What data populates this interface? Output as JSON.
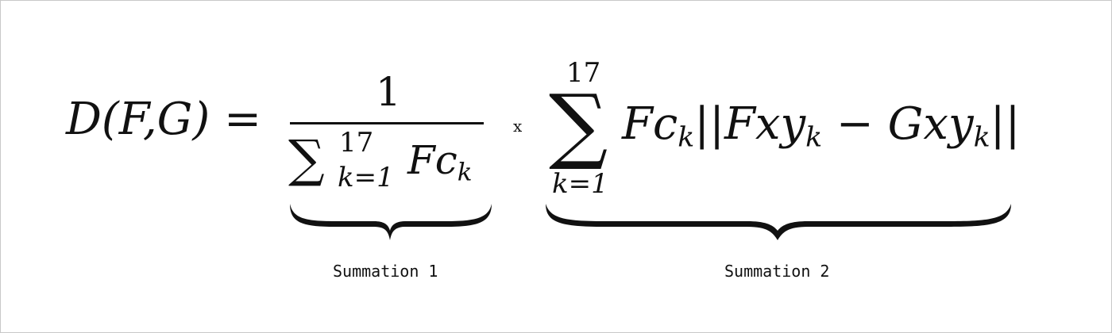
{
  "formula": {
    "lhs": "D(F,G) =",
    "fraction_numerator": "1",
    "fraction_denominator": {
      "sigma": "∑",
      "upper_limit": "17",
      "lower_limit": "k=1",
      "term": "Fc_k"
    },
    "times_symbol": "x",
    "summation": {
      "sigma": "∑",
      "upper_limit": "17",
      "lower_limit": "k=1",
      "term": "Fc_k||Fxy_k − Gxy_k||"
    }
  },
  "labels": {
    "summation_1": "Summation 1",
    "summation_2": "Summation 2"
  }
}
